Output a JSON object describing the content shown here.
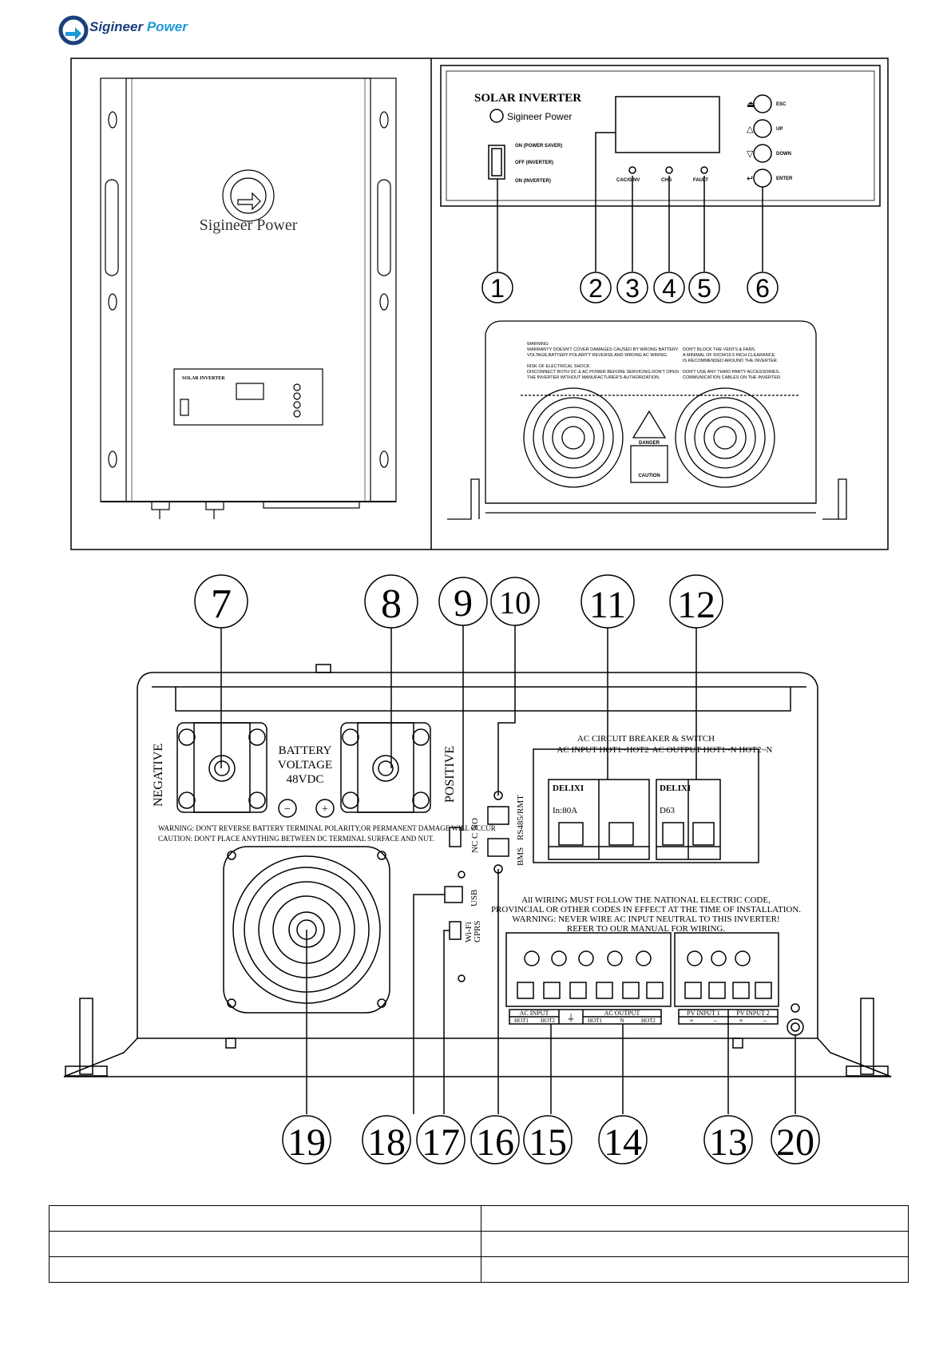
{
  "brand": {
    "name_part1": "Sigineer",
    "name_part2": "Power",
    "icon": "sigineer-logo-icon"
  },
  "front_view": {
    "brand_text": "Sigineer Power",
    "mini_panel_title": "SOLAR INVERTER"
  },
  "control_panel": {
    "title": "SOLAR INVERTER",
    "brand": "Sigineer Power",
    "switch_labels": [
      "ON (POWER SAVER)",
      "OFF (INVERTER)",
      "ON (INVERTER)"
    ],
    "buttons": [
      "ESC",
      "UP",
      "DOWN",
      "ENTER"
    ],
    "leds": [
      "CAC/GINV",
      "CHG",
      "FAULT"
    ],
    "callouts": [
      "1",
      "2",
      "3",
      "4",
      "5",
      "6"
    ]
  },
  "side_view": {
    "warning_left": [
      "WARNING:",
      "WARRANTY DOESN'T COVER DAMAGES CAUSED BY WRONG BATTERY",
      "VOLTAGE,BATTERY POLARITY REVERSE AND WRONG AC WIRING.",
      "RISK OF ELECTRICAL SHOCK.",
      "DISCONNECT BOTH DC & AC POWER BEFORE SERVICING.DON'T OPEN",
      "THE INVERTER WITHOUT MANUFACTURER'S AUTHORIZATION."
    ],
    "warning_right": [
      "DON'T BLOCK THE VENTS & FANS.",
      "A MINIMAL OF 50CM/19.5 INCH CLEARANCE",
      "IS RECOMMENDED AROUND THE INVERTER.",
      "DON'T USE ANY THIRD PARTY ACCESSORIES,",
      "COMMUNICATION CABLES ON THE INVERTER."
    ],
    "danger_label": "DANGER",
    "caution_label": "CAUTION"
  },
  "rear_panel": {
    "top_callouts": [
      "7",
      "8",
      "9",
      "10",
      "11",
      "12"
    ],
    "bottom_callouts": [
      "19",
      "18",
      "17",
      "16",
      "15",
      "14",
      "13",
      "20"
    ],
    "negative": "NEGATIVE",
    "positive": "POSITIVE",
    "battery_line1": "BATTERY",
    "battery_line2": "VOLTAGE",
    "battery_line3": "48VDC",
    "warning_line1": "WARNING: DON'T REVERSE BATTERY TERMINAL POLARITY,OR PERMANENT DAMAGE WILL OCCUR",
    "warning_line2": "CAUTION: DON'T PLACE ANYTHING BETWEEN DC TERMINAL SURFACE AND NUT.",
    "nc_c_no": "NC C NO",
    "rs485": "RS485/RMT",
    "bms": "BMS",
    "usb": "USB",
    "wifi1": "Wi-Fi",
    "wifi2": "GPRS",
    "breaker_title": "AC CIRCUIT BREAKER & SWITCH",
    "breaker_in": "AC INPUT HOT1~HOT2",
    "breaker_out": "AC OUTPUT HOT1~N HOT2~N",
    "breaker1_brand": "DELIXI",
    "breaker1_rating": "In:80A",
    "breaker2_brand": "DELIXI",
    "breaker2_rating": "D63",
    "wiring_note": [
      "All WIRING MUST FOLLOW THE NATIONAL ELECTRIC CODE,",
      "PROVINCIAL OR OTHER CODES IN EFFECT AT THE TIME OF INSTALLATION.",
      "WARNING: NEVER WIRE AC INPUT NEUTRAL TO THIS INVERTER!",
      "REFER TO OUR MANUAL FOR WIRING."
    ],
    "ac_input": "AC INPUT",
    "ac_output": "AC OUTPUT",
    "hot1": "HOT1",
    "hot2": "HOT2",
    "n": "N",
    "pv1": "PV INPUT 1",
    "pv2": "PV INPUT 2",
    "plus": "+",
    "minus": "−"
  },
  "table": {
    "rows": [
      [
        "",
        ""
      ],
      [
        "",
        ""
      ],
      [
        "",
        ""
      ]
    ]
  }
}
